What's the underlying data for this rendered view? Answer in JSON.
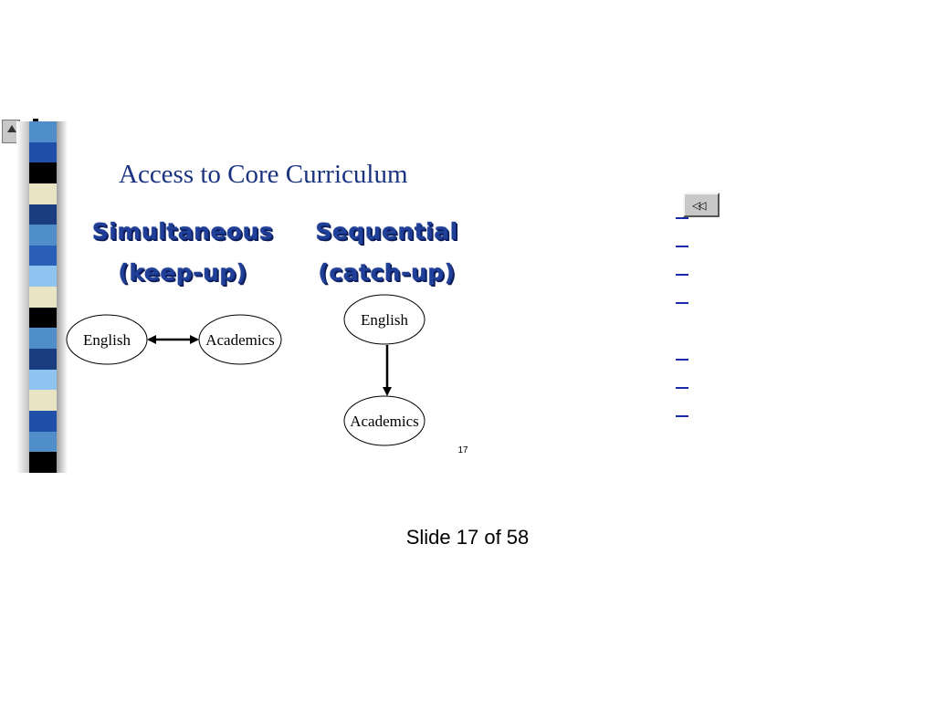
{
  "slide": {
    "title": "Access to Core Curriculum",
    "page_number": "17",
    "columns": [
      {
        "heading_line1": "Simultaneous",
        "heading_line2": "(keep-up)"
      },
      {
        "heading_line1": "Sequential",
        "heading_line2": "(catch-up)"
      }
    ],
    "diagram": {
      "simultaneous_nodes": [
        "English",
        "Academics"
      ],
      "sequential_nodes": [
        "English",
        "Academics"
      ]
    },
    "color_bar": [
      "#4f8ec9",
      "#1f4fa8",
      "#000000",
      "#e8e4c4",
      "#1a3d80",
      "#4f8ec9",
      "#2a5fb8",
      "#8fc4f0",
      "#e8e4c4",
      "#000000",
      "#4f8ec9",
      "#1a3d80",
      "#8fc4f0",
      "#e8e4c4",
      "#1f4fa8",
      "#4f8ec9",
      "#000000"
    ]
  },
  "navigation": {
    "back_button_glyph": "◁◁",
    "outline_links_count": 7
  },
  "footer": {
    "slide_counter": "Slide 17 of 58"
  },
  "colors": {
    "title": "#1a3380",
    "heading": "#1f3f99",
    "link": "#1a2aa8"
  }
}
